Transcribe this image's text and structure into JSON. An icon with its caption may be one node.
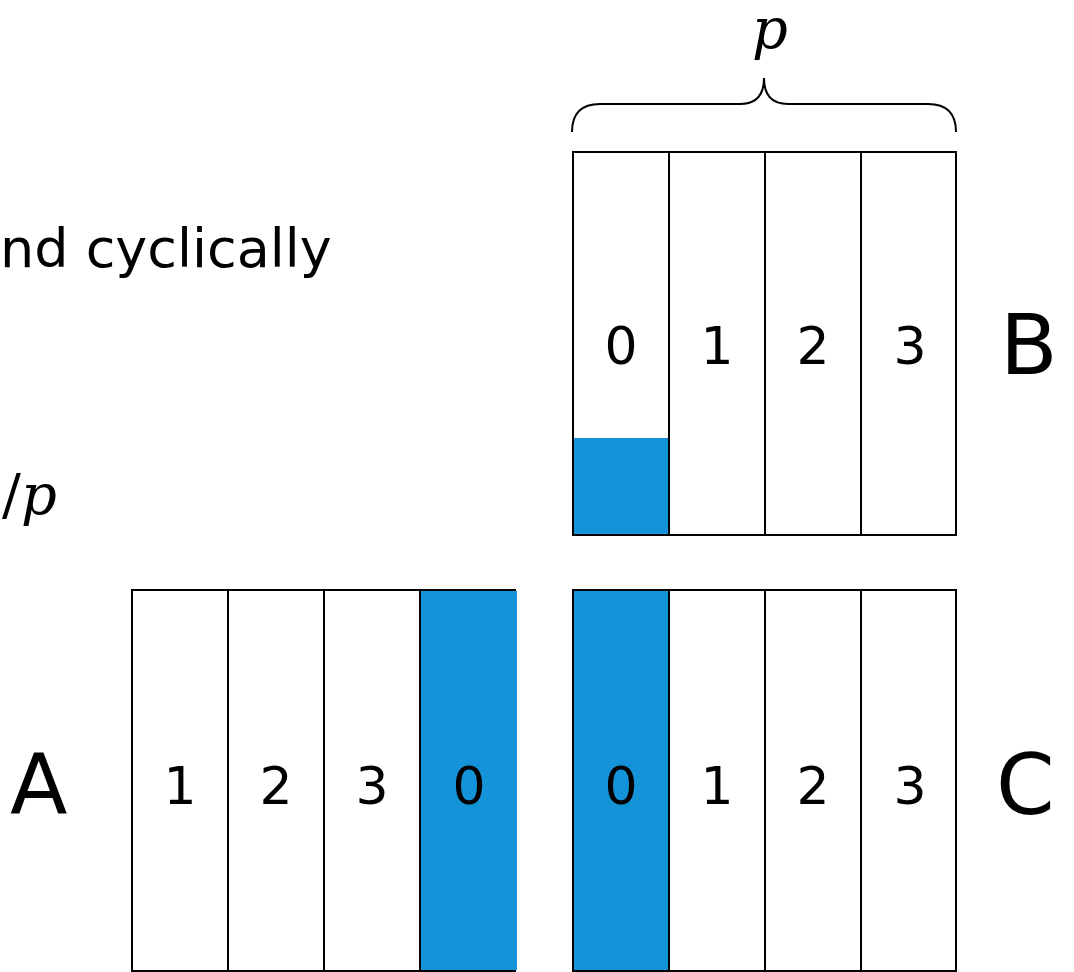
{
  "diagram": {
    "nodes": [
      {
        "text": [],
        "shape": "box",
        "beside": [
          "B"
        ]
      },
      {
        "text": [
          "0"
        ],
        "in": 0
      },
      {
        "text": [
          "1"
        ],
        "in": 0
      },
      {
        "text": [
          "2"
        ],
        "in": 0
      },
      {
        "text": [
          "3"
        ],
        "in": 0
      },
      {
        "text": [],
        "shape": "bar",
        "in": 1
      },
      {
        "text": [],
        "shape": "box",
        "beside": [
          "A"
        ]
      },
      {
        "text": [
          "1"
        ],
        "in": 6
      },
      {
        "text": [
          "2"
        ],
        "in": 6
      },
      {
        "text": [
          "3"
        ],
        "in": 6
      },
      {
        "text": [
          "0"
        ],
        "in": 6
      },
      {
        "text": [],
        "shape": "box",
        "beside": [
          "C"
        ]
      },
      {
        "text": [
          "0"
        ],
        "in": 11
      },
      {
        "text": [
          "1"
        ],
        "in": 11
      },
      {
        "text": [
          "2"
        ],
        "in": 11
      },
      {
        "text": [
          "3"
        ],
        "in": 11
      }
    ],
    "labels": [
      "p",
      "nd cyclically",
      "/*p*"
    ]
  }
}
